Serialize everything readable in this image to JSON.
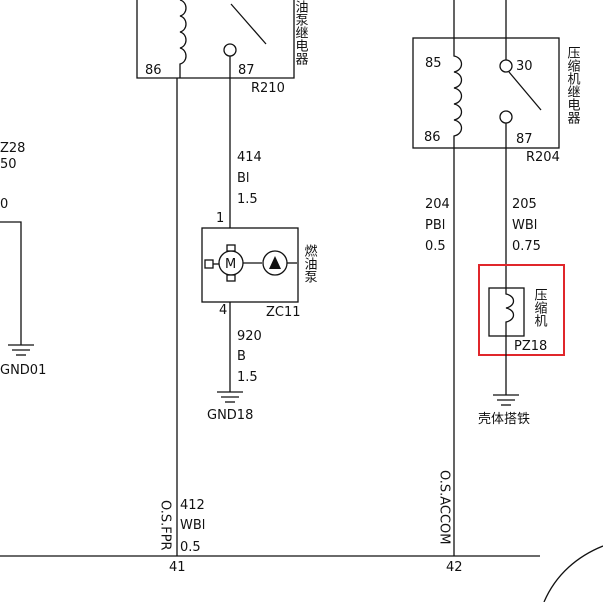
{
  "left_fragment": {
    "label_top": "Z28",
    "label_mid": "50",
    "label_low": "0",
    "ground": "GND01"
  },
  "fuel_pump_relay": {
    "name": "油泵继电器",
    "pin_coil_bottom": "86",
    "pin_contact": "87",
    "ref": "R210"
  },
  "wire_414": {
    "number": "414",
    "color": "Bl",
    "gauge": "1.5"
  },
  "fuel_pump": {
    "name": "燃油泵",
    "pin_in": "1",
    "pin_out": "4",
    "ref": "ZC11",
    "motor_symbol": "M"
  },
  "wire_920": {
    "number": "920",
    "color": "B",
    "gauge": "1.5"
  },
  "ground_gnd18": {
    "label": "GND18"
  },
  "wire_412": {
    "number": "412",
    "color": "WBl",
    "gauge": "0.5",
    "signal": "O.S.FPR",
    "connector_pin": "41"
  },
  "compressor_relay": {
    "name": "压缩机继电器",
    "pin_85": "85",
    "pin_86": "86",
    "pin_30": "30",
    "pin_87": "87",
    "ref": "R204"
  },
  "wire_204": {
    "number": "204",
    "color": "PBl",
    "gauge": "0.5",
    "signal": "O.S.ACCOM",
    "connector_pin": "42"
  },
  "wire_205": {
    "number": "205",
    "color": "WBl",
    "gauge": "0.75"
  },
  "compressor": {
    "name": "压缩机",
    "ref": "PZ18",
    "highlight_color": "#e0262b"
  },
  "ground_body": {
    "label": "壳体搭铁"
  }
}
